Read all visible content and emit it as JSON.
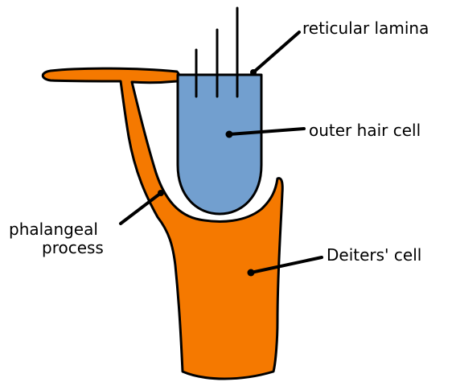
{
  "labels": {
    "reticular_lamina": "reticular lamina",
    "outer_hair_cell": "outer hair cell",
    "phalangeal_line1": "phalangeal",
    "phalangeal_line2": "process",
    "deiters_cell": "Deiters' cell"
  },
  "colors": {
    "deiters_fill": "#f57900",
    "hair_cell_fill": "#729fcf",
    "outline": "#000000",
    "background": "#ffffff"
  }
}
